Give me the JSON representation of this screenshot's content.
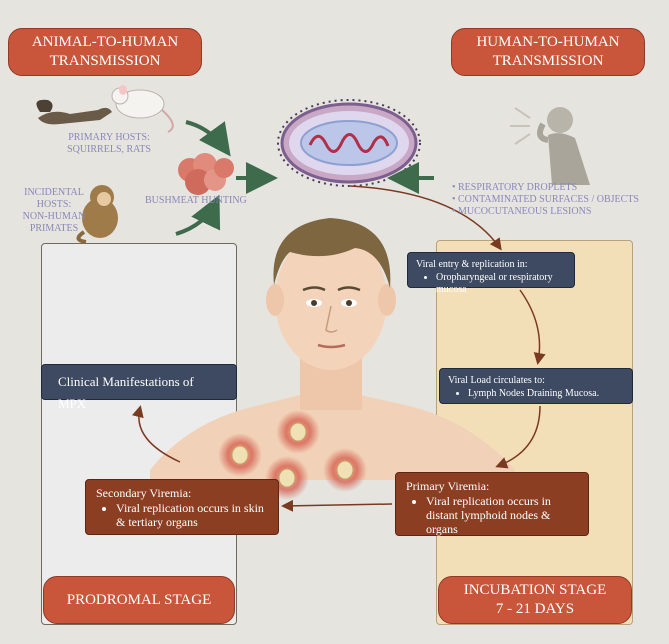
{
  "headers": {
    "animal_to_human": [
      "ANIMAL-TO-HUMAN",
      "TRANSMISSION"
    ],
    "human_to_human": [
      "HUMAN-TO-HUMAN",
      "TRANSMISSION"
    ]
  },
  "animal_side": {
    "primary_hosts": [
      "PRIMARY HOSTS:",
      "SQUIRRELS, RATS"
    ],
    "incidental_hosts": [
      "INCIDENTAL",
      "HOSTS:",
      "NON-HUMAN",
      "PRIMATES"
    ],
    "bushmeat": "BUSHMEAT HUNTING"
  },
  "human_side": {
    "routes": [
      "RESPIRATORY DROPLETS",
      "CONTAMINATED SURFACES / OBJECTS",
      "MUCOCUTANEOUS LESIONS"
    ]
  },
  "stages": {
    "viral_entry": {
      "title": "Viral entry & replication in:",
      "bullet": "Oropharyngeal or respiratory mucosa"
    },
    "viral_load": {
      "title": "Viral Load circulates to:",
      "bullet": "Lymph Nodes Draining Mucosa."
    },
    "primary_viremia": {
      "title": "Primary Viremia:",
      "bullet": "Viral replication occurs in distant lymphoid nodes & organs"
    },
    "secondary_viremia": {
      "title": "Secondary Viremia:",
      "bullet": "Viral replication occurs in skin & tertiary organs"
    },
    "clinical": "Clinical Manifestations of MPX"
  },
  "footers": {
    "prodromal": "PRODROMAL STAGE",
    "incubation": [
      "INCUBATION STAGE",
      "7 - 21 DAYS"
    ]
  },
  "colors": {
    "header_fill": "#c9553a",
    "navy": "#3d4a62",
    "brown": "#8c3e22",
    "incubation_panel": "#f2dfb8",
    "prodromal_panel": "#ececec",
    "arrow_green": "#3d6b4c",
    "arrow_brown": "#7a3a22",
    "lavender_text": "#8b87b8"
  },
  "icons": [
    "squirrel-icon",
    "rat-icon",
    "monkey-icon",
    "bushmeat-icon",
    "virus-icon",
    "coughing-person-icon",
    "human-figure"
  ]
}
